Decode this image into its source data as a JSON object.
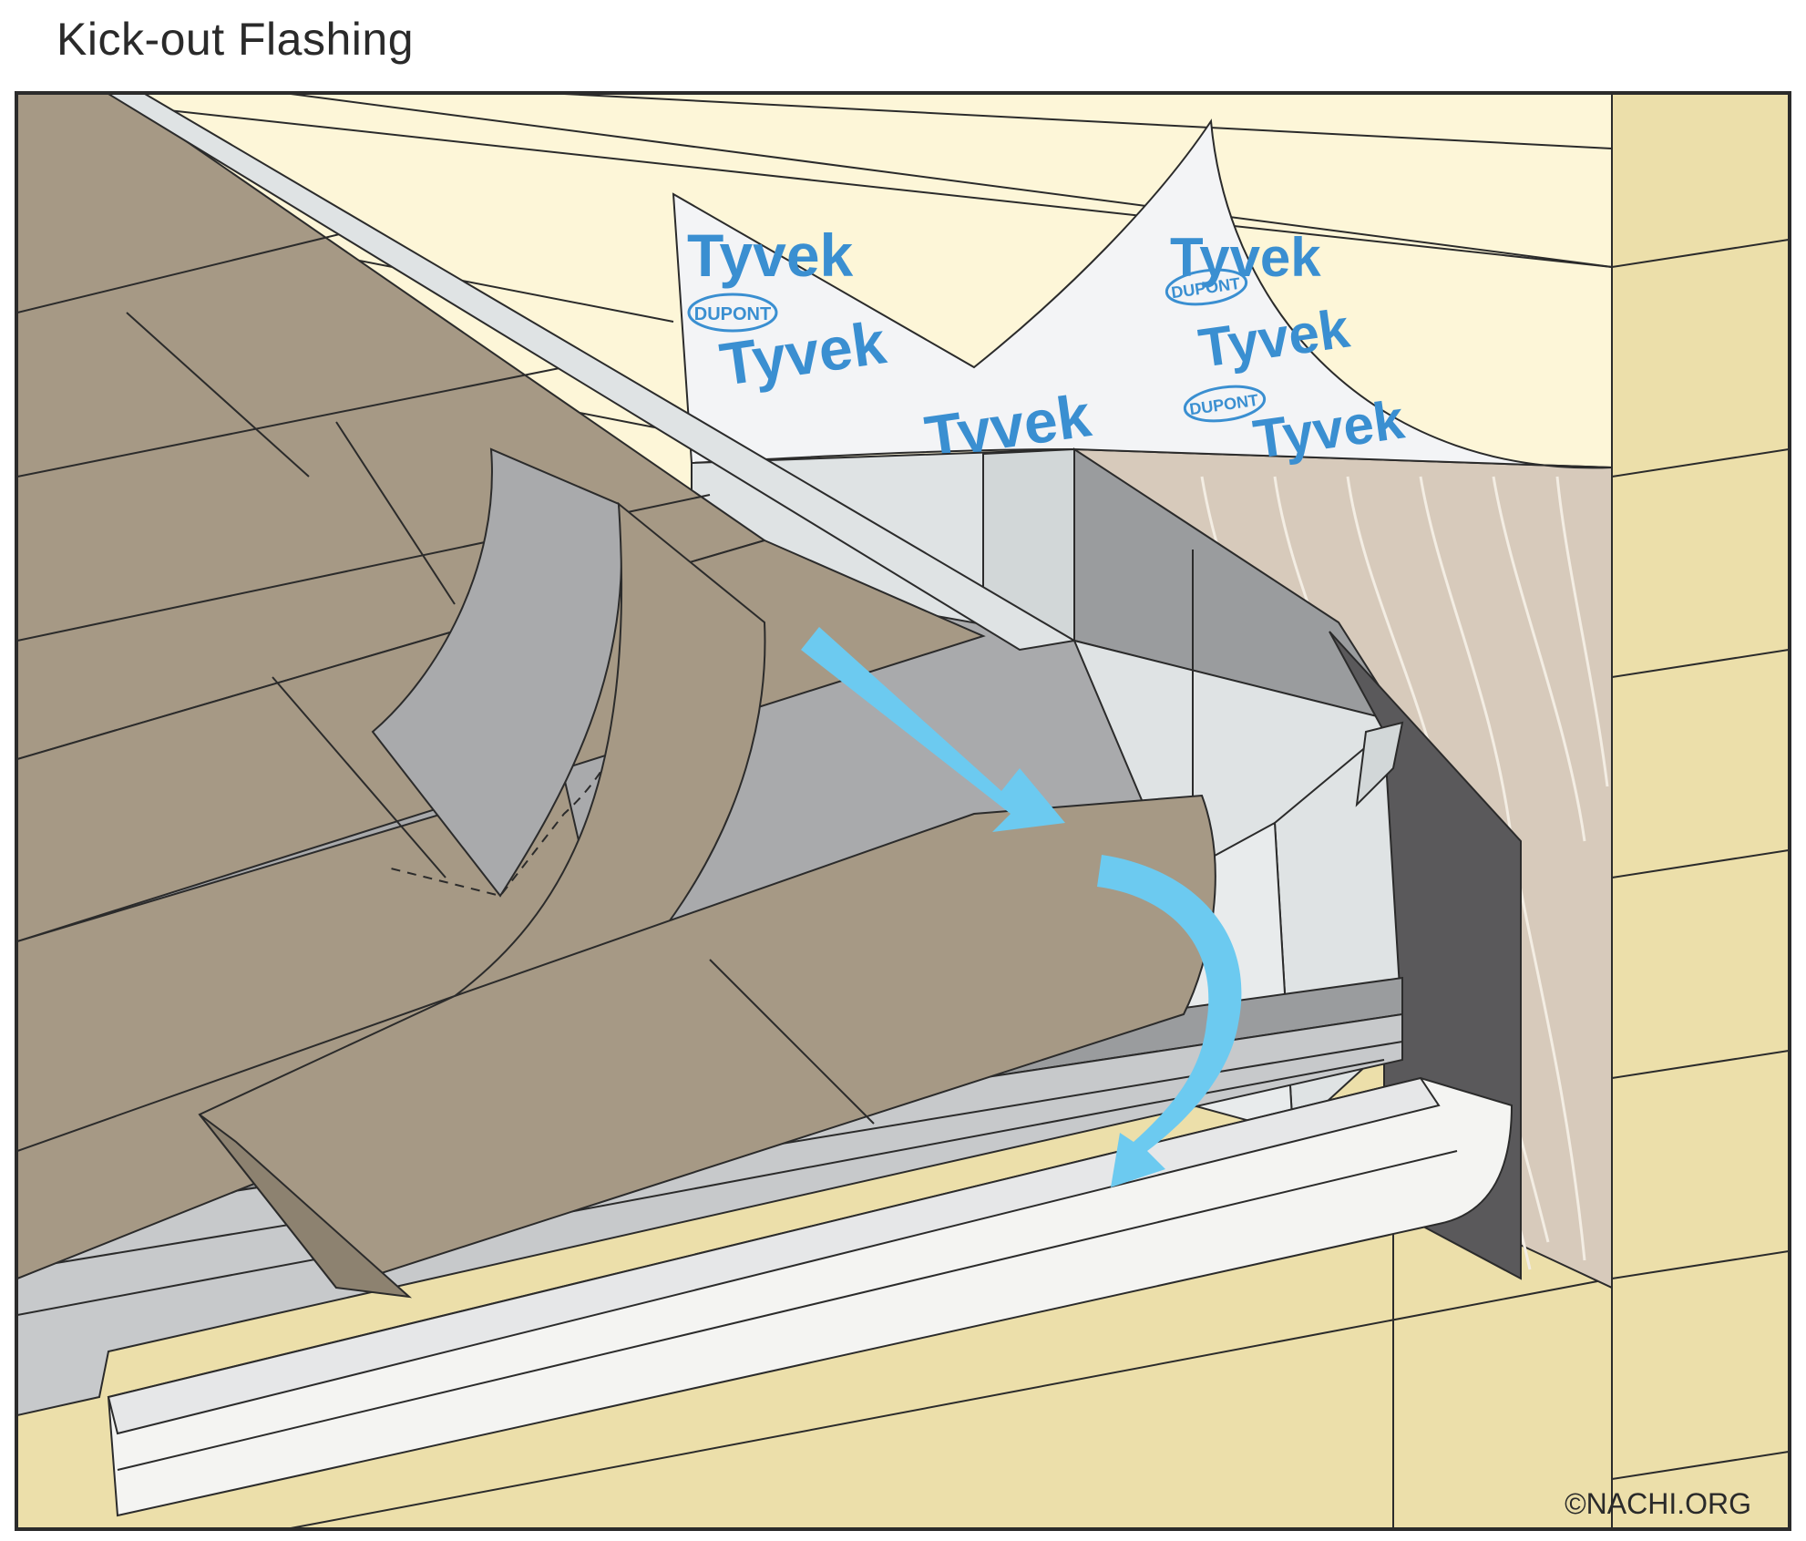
{
  "title": "Kick-out Flashing",
  "credit": "©NACHI.ORG",
  "wrap_brand": "Tyvek",
  "wrap_maker": "DUPONT",
  "colors": {
    "siding": "#fdf6d8",
    "siding_lower": "#ecdfaa",
    "siding_shadow": "#d9cb8e",
    "shingle": "#a69985",
    "shingle_dark": "#8d8270",
    "underlay": "#a9aaac",
    "metal": "#dfe3e4",
    "metal_dark": "#9a9c9e",
    "gutter": "#f4f4f2",
    "sheathing": "#d7cabb",
    "membrane": "#5a595b",
    "arrow": "#6ccaf0",
    "line": "#2b2b2b"
  }
}
